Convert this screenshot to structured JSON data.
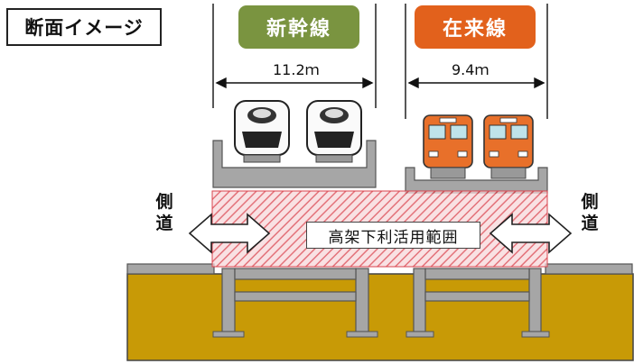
{
  "title": "断面イメージ",
  "lines": {
    "shinkansen": {
      "label": "新幹線",
      "width_label": "11.2ｍ",
      "color": "#7a9440"
    },
    "zairaisen": {
      "label": "在来線",
      "width_label": "9.4ｍ",
      "color": "#e2611c"
    }
  },
  "sidewalk": {
    "left_label": "側道",
    "right_label": "側道"
  },
  "range_label": "高架下利活用範囲",
  "colors": {
    "ground": "#c89a06",
    "structure": "#a6a6a6",
    "hatch": "#d9434d",
    "local_train": "#e8702a"
  }
}
